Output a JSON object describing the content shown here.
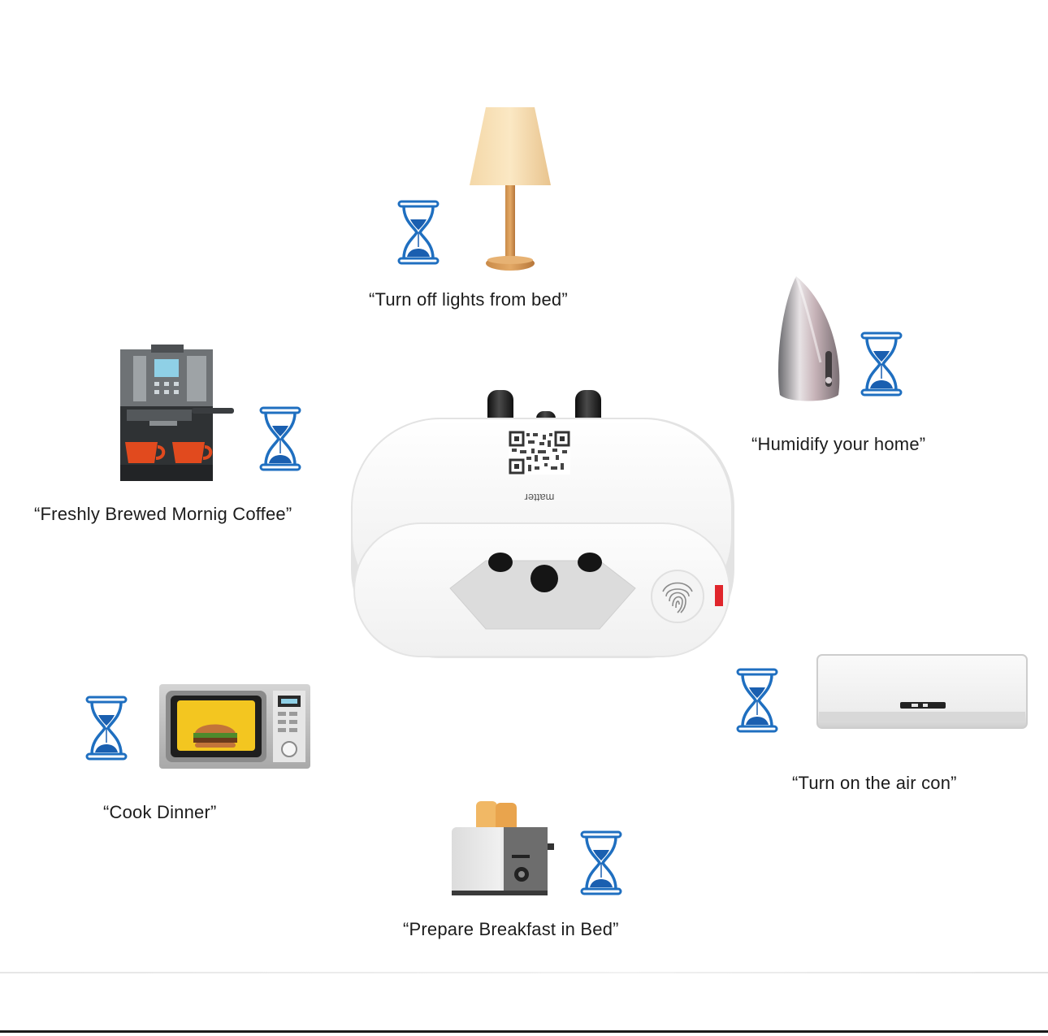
{
  "scenes": {
    "lamp": {
      "caption": "“Turn off lights from bed”",
      "icon": "table-lamp-icon"
    },
    "humidifier": {
      "caption": "“Humidify your home”",
      "icon": "humidifier-icon"
    },
    "coffee": {
      "caption": "“Freshly Brewed Mornig Coffee”",
      "icon": "coffee-machine-icon"
    },
    "microwave": {
      "caption": "“Cook Dinner”",
      "icon": "microwave-icon"
    },
    "aircon": {
      "caption": "“Turn on the air con”",
      "icon": "air-conditioner-icon"
    },
    "toaster": {
      "caption": "“Prepare Breakfast in Bed”",
      "icon": "toaster-icon"
    }
  },
  "plug": {
    "brand": "matter",
    "icon": "smart-plug-icon"
  },
  "colors": {
    "hourglass": "#1f6fc0",
    "sand": "#1a5fb0",
    "indicator": "#e0262c"
  }
}
